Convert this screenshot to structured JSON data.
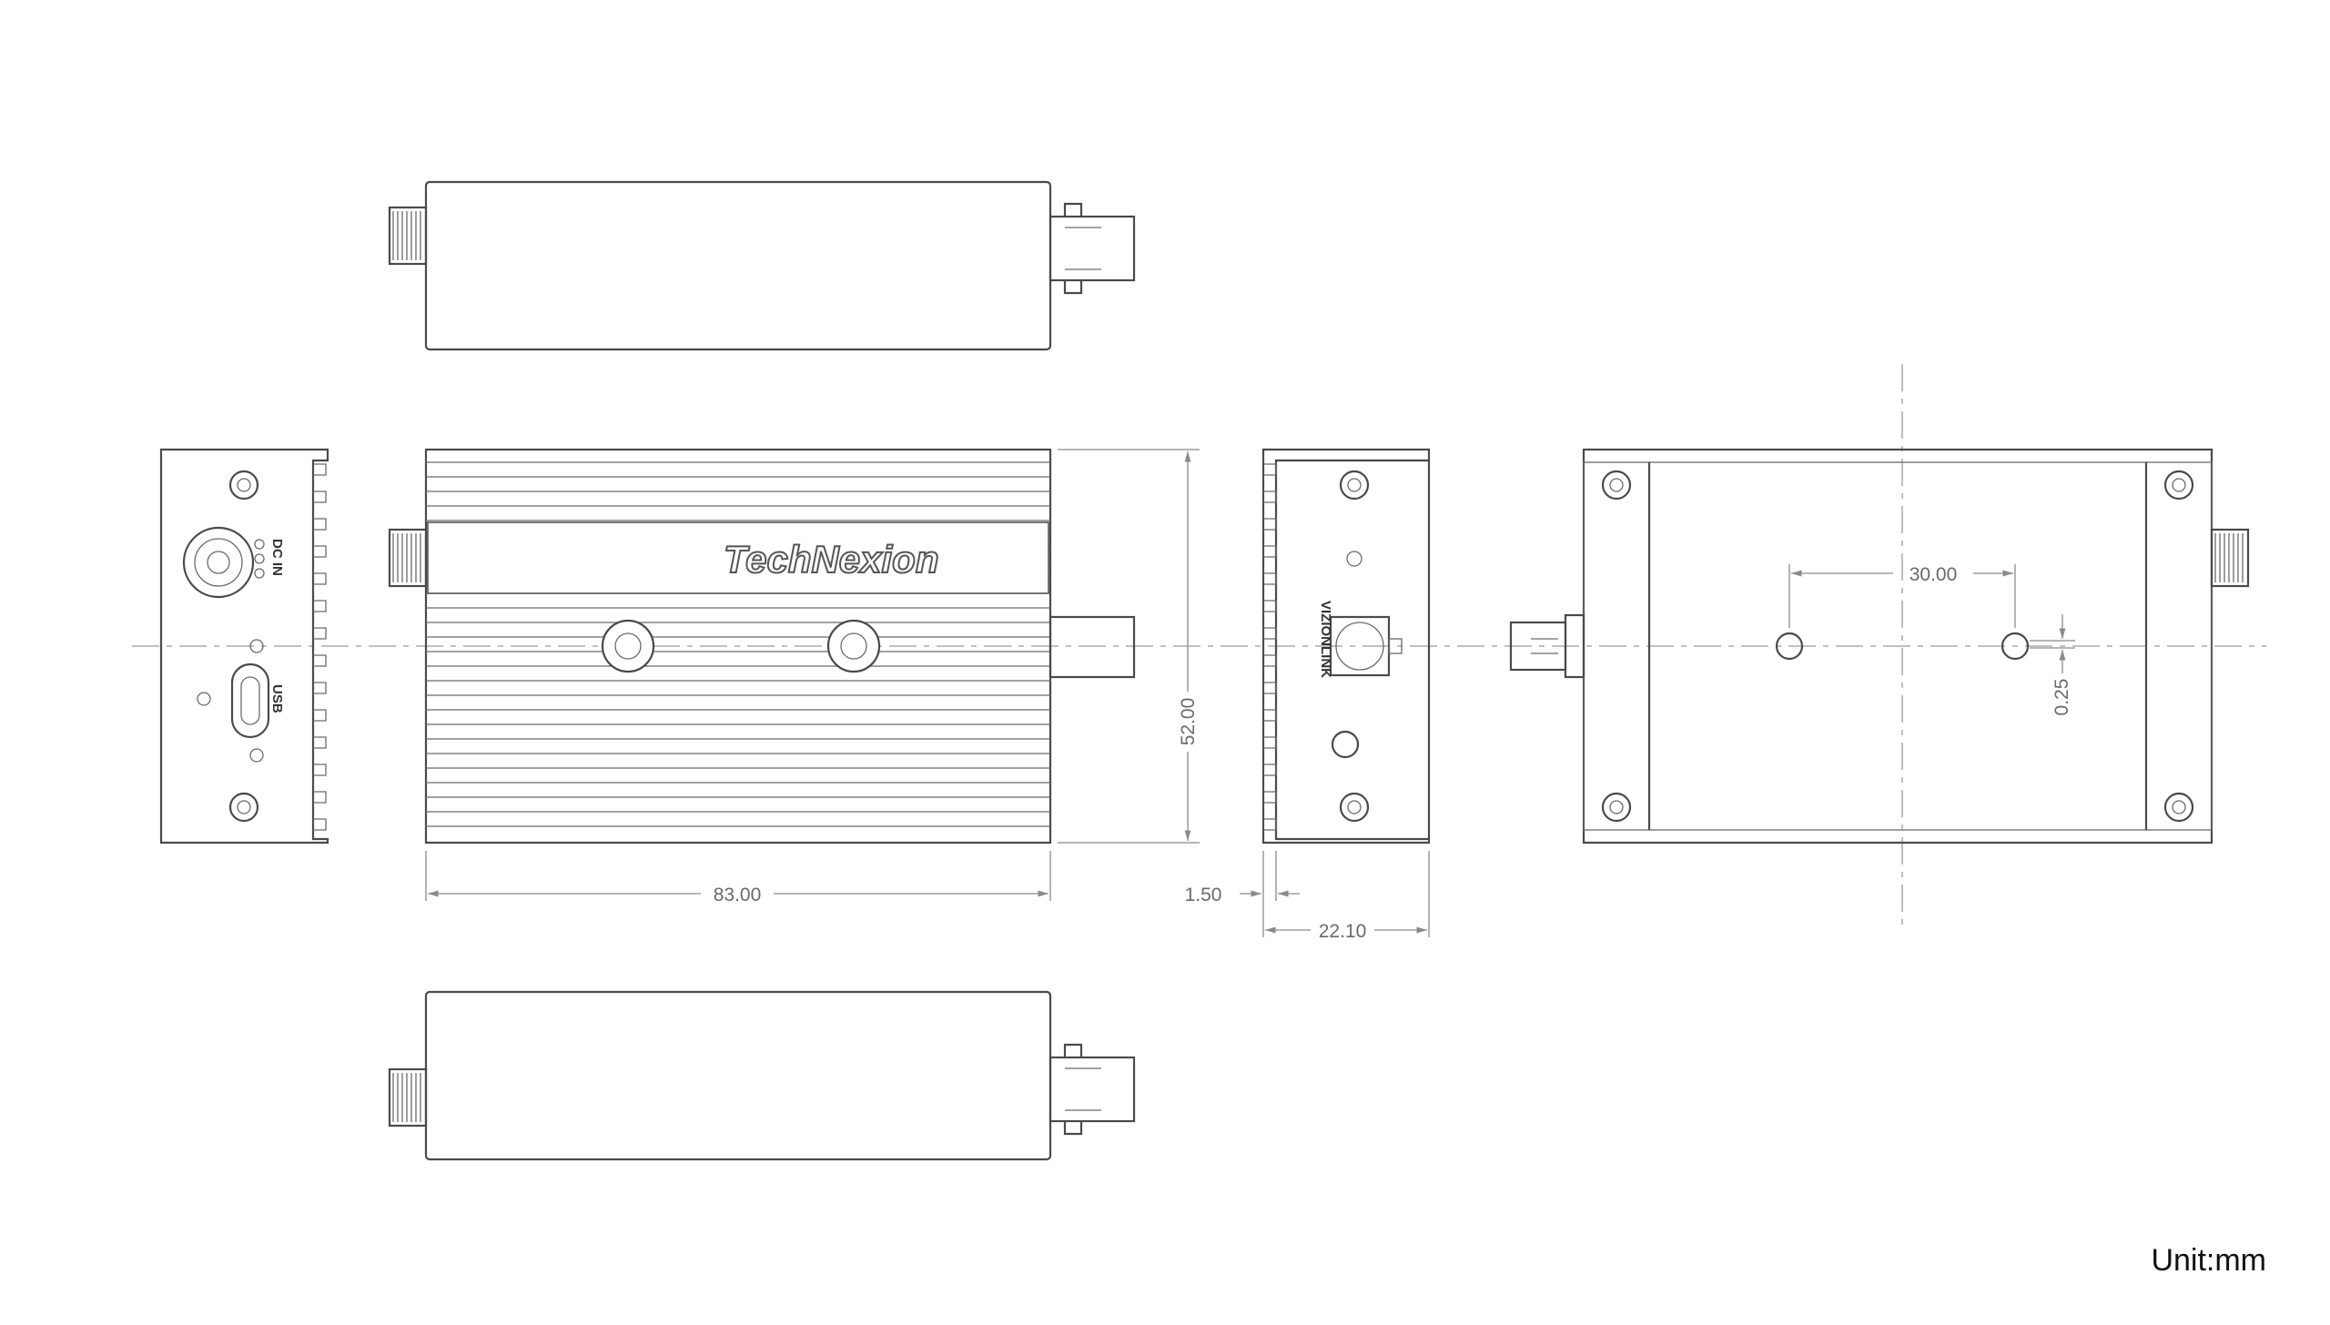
{
  "labels": {
    "brand": "TechNexion",
    "dc_in": "DC IN",
    "usb": "USB",
    "vizionlink": "VIZIONLINK",
    "unit": "Unit:mm"
  },
  "dimensions": {
    "length": "83.00",
    "height": "52.00",
    "flange": "1.50",
    "width": "22.10",
    "hole_spacing": "30.00",
    "hole_offset": "0.25"
  }
}
